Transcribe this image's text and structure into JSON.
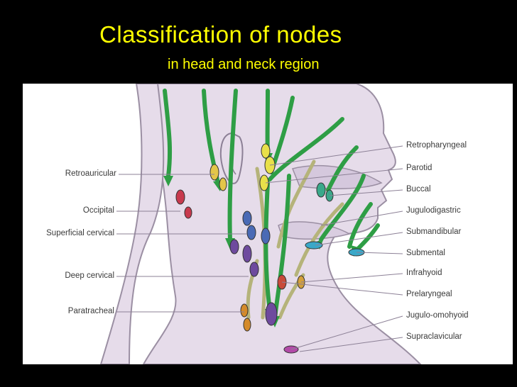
{
  "slide": {
    "title": "Classification of nodes",
    "subtitle": "in head and neck region"
  },
  "labels_left": [
    "Retroauricular",
    "Occipital",
    "Superficial cervical",
    "Deep cervical",
    "Paratracheal"
  ],
  "labels_right": [
    "Retropharyngeal",
    "Parotid",
    "Buccal",
    "Jugulodigastric",
    "Submandibular",
    "Submental",
    "Infrahyoid",
    "Prelaryngeal",
    "Jugulo-omohyoid",
    "Supraclavicular"
  ],
  "colors": {
    "title_text": "#ffff00",
    "background": "#000000",
    "skin": "#e6dcea",
    "arrow_green": "#2e9e45",
    "arrow_olive": "#b5b37a"
  }
}
